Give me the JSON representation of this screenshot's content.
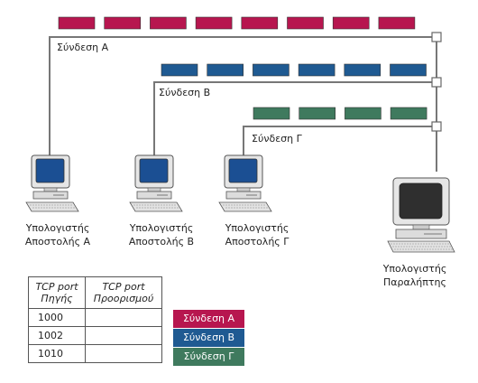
{
  "colors": {
    "conn_a": "#b7164f",
    "conn_b": "#1f5a92",
    "conn_c": "#3f7a5e",
    "wire": "#777777"
  },
  "connections": [
    {
      "label": "Σύνδεση Α",
      "packet_count": 8
    },
    {
      "label": "Σύνδεση Β",
      "packet_count": 6
    },
    {
      "label": "Σύνδεση Γ",
      "packet_count": 4
    }
  ],
  "senders": [
    {
      "line1": "Υπολογιστής",
      "line2": "Αποστολής Α",
      "icon": "computer-icon"
    },
    {
      "line1": "Υπολογιστής",
      "line2": "Αποστολής Β",
      "icon": "computer-icon"
    },
    {
      "line1": "Υπολογιστής",
      "line2": "Αποστολής Γ",
      "icon": "computer-icon"
    }
  ],
  "receiver": {
    "line1": "Υπολογιστής",
    "line2": "Παραλήπτης",
    "icon": "computer-icon"
  },
  "table": {
    "headers": [
      {
        "line1": "TCP port",
        "line2": "Πηγής"
      },
      {
        "line1": "TCP port",
        "line2": "Προορισμού"
      }
    ],
    "rows": [
      {
        "source_port": "1000",
        "dest_port": "",
        "connection": "Σύνδεση Α"
      },
      {
        "source_port": "1002",
        "dest_port": "",
        "connection": "Σύνδεση Β"
      },
      {
        "source_port": "1010",
        "dest_port": "",
        "connection": "Σύνδεση Γ"
      }
    ]
  }
}
